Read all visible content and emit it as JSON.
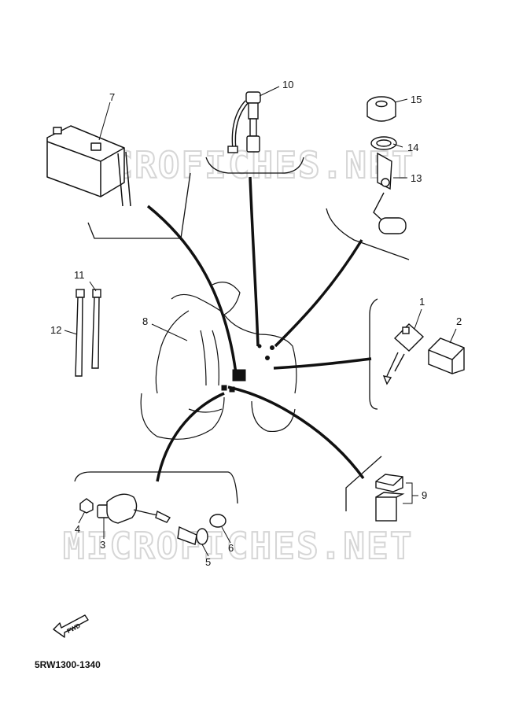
{
  "watermark": "MICROFICHES.NET",
  "part_code": "5RW1300-1340",
  "fwd_label": "FWD",
  "callouts": {
    "n1": "1",
    "n2": "2",
    "n3": "3",
    "n4": "4",
    "n5": "5",
    "n6": "6",
    "n7": "7",
    "n8": "8",
    "n9": "9",
    "n10": "10",
    "n11": "11",
    "n12": "12",
    "n13": "13",
    "n14": "14",
    "n15": "15"
  }
}
